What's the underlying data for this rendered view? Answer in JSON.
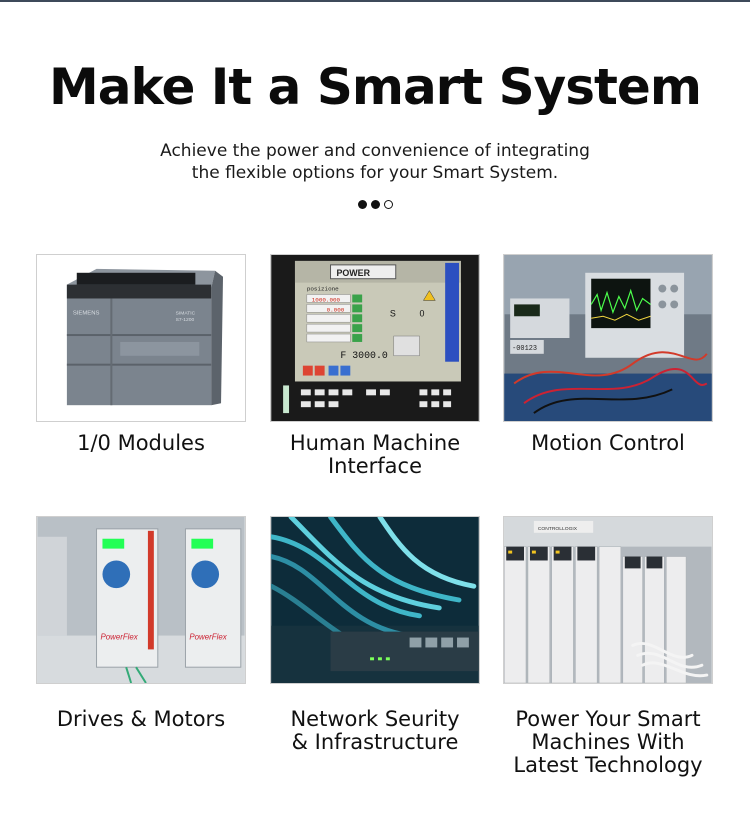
{
  "header": {
    "title": "Make It a Smart System",
    "subtitle_line1": "Achieve the power and convenience of integrating",
    "subtitle_line2": "the flexible options for your Smart System."
  },
  "carousel": {
    "dots": [
      "filled",
      "filled",
      "hollow"
    ]
  },
  "cards": [
    {
      "label": "1/0 Modules",
      "image": "plc-module-image",
      "image_text": [
        "SIEMENS",
        "SIMATIC",
        "S7-1200"
      ]
    },
    {
      "label": "Human Machine\nInterface",
      "image": "hmi-panel-image",
      "image_text": [
        "POWER",
        "posizione",
        "1000.000",
        "0.000",
        "F 3000.0",
        "S",
        "0"
      ]
    },
    {
      "label": "Motion Control",
      "image": "oscilloscope-image",
      "image_text": [
        "-00123"
      ]
    },
    {
      "label": "Drives & Motors",
      "image": "drives-image",
      "image_text": [
        "PowerFlex",
        "PowerFlex"
      ]
    },
    {
      "label": "Network Seurity\n& Infrastructure",
      "image": "network-cables-image",
      "image_text": []
    },
    {
      "label": "Power Your Smart\nMachines With\nLatest Technology",
      "image": "control-cabinet-image",
      "image_text": [
        "CONTROLLOGIX"
      ]
    }
  ],
  "colors": {
    "accent_green": "#3aa24a",
    "hmi_screen": "#c9c9b8",
    "steel_gray": "#6b7480",
    "cable_cyan": "#3fb6c8"
  }
}
